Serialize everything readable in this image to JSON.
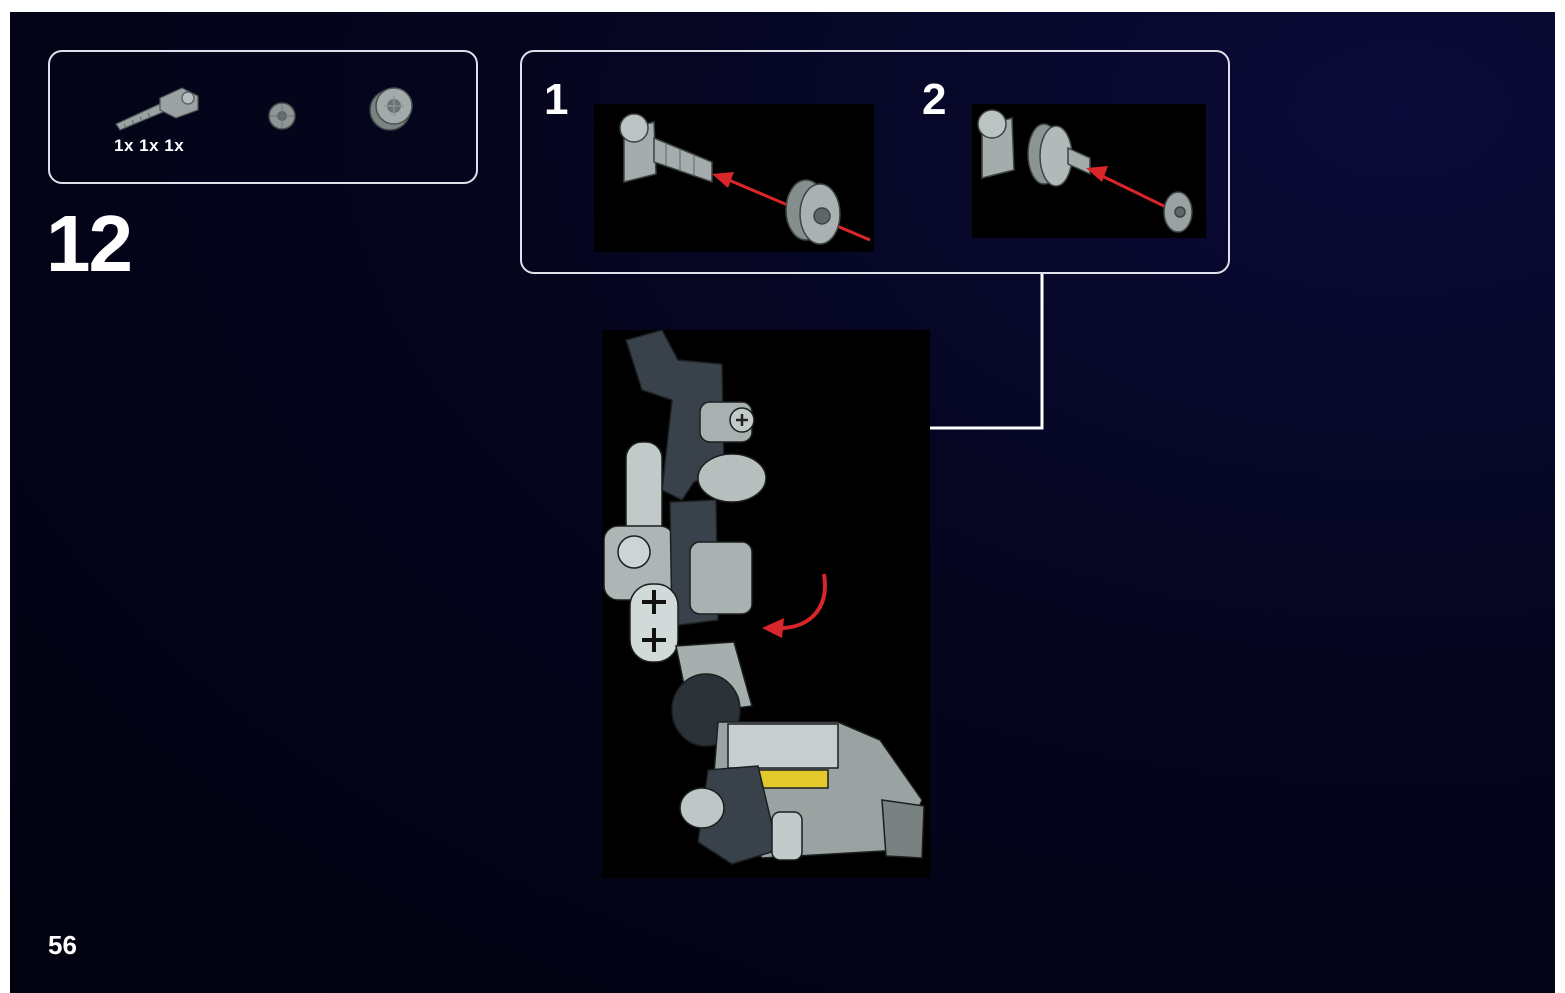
{
  "parts_list": {
    "quantities": "1x 1x 1x",
    "parts": [
      {
        "icon": "axle-connector-part-icon"
      },
      {
        "icon": "small-bush-part-icon"
      },
      {
        "icon": "large-bush-part-icon"
      }
    ]
  },
  "step": {
    "number": "12"
  },
  "subassembly": {
    "steps": [
      {
        "number": "1",
        "icon": "axle-with-large-bush-icon"
      },
      {
        "number": "2",
        "icon": "axle-with-small-bush-icon"
      }
    ]
  },
  "page": {
    "number": "56"
  },
  "colors": {
    "background": "#03031a",
    "frame": "#dfe0ea",
    "arrow_red": "#d8262b",
    "arrow_white": "#ffffff"
  }
}
